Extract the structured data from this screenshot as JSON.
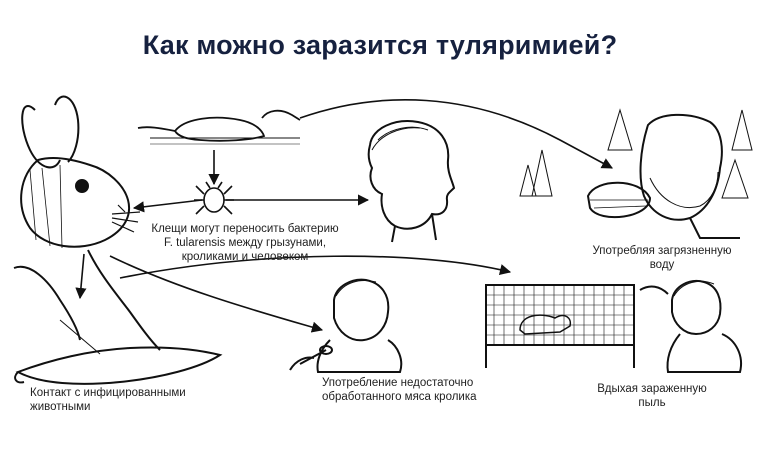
{
  "title": "Как можно заразится туляримией?",
  "captions": {
    "ticks": [
      "Клещи могут переносить бактерию",
      "F. tularensis между грызунами,",
      "кроликами и человеком"
    ],
    "water": [
      "Употребляя загрязненную",
      "воду"
    ],
    "contact": [
      "Контакт с инфицированными",
      "животными"
    ],
    "meat": [
      "Употребление недостаточно",
      "обработанного мяса кролика"
    ],
    "dust": [
      "Вдыхая зараженную",
      "пыль"
    ]
  }
}
